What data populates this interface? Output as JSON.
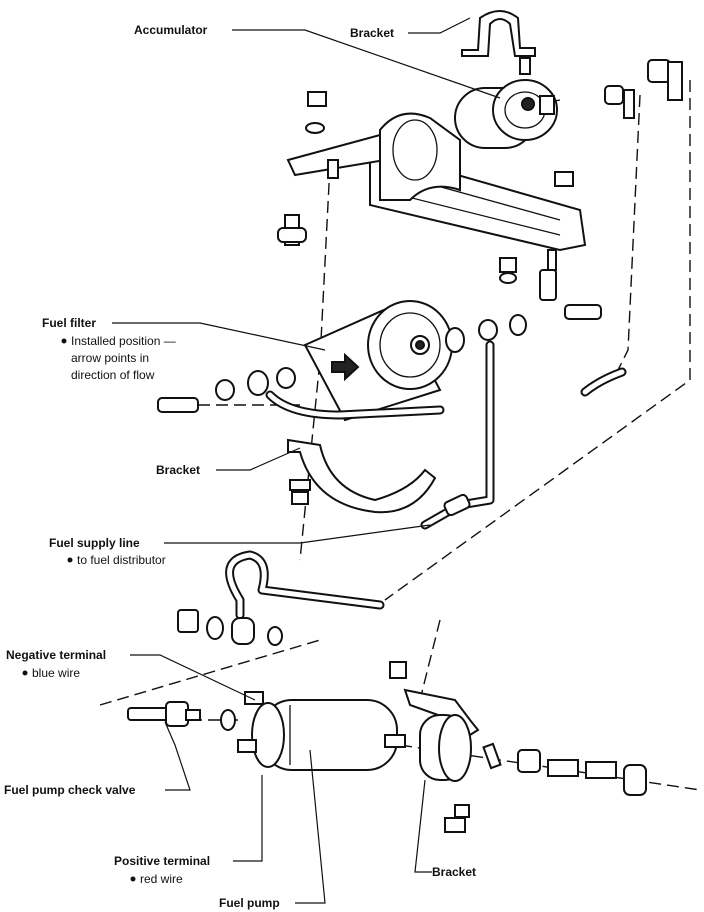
{
  "labels": {
    "accumulator": "Accumulator",
    "bracket_top": "Bracket",
    "fuel_filter": "Fuel filter",
    "fuel_filter_note_1": "Installed position —",
    "fuel_filter_note_2": "arrow points in",
    "fuel_filter_note_3": "direction of flow",
    "bracket_middle": "Bracket",
    "fuel_supply_line": "Fuel supply line",
    "fuel_supply_note": "to fuel distributor",
    "negative_terminal": "Negative terminal",
    "negative_terminal_note": "blue wire",
    "check_valve": "Fuel pump check valve",
    "positive_terminal": "Positive terminal",
    "positive_terminal_note": "red wire",
    "fuel_pump": "Fuel pump",
    "bracket_bottom": "Bracket"
  },
  "colors": {
    "ink": "#111111",
    "paper": "#ffffff"
  }
}
